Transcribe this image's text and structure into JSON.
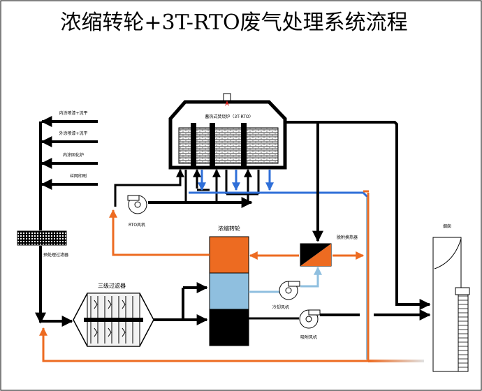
{
  "title": "浓缩转轮+3T-RTO废气处理系统流程",
  "sources": [
    "内涂喷漆+流平",
    "外涂喷漆+流平",
    "内涂固化炉",
    "丝网印刷"
  ],
  "labels": {
    "rto": "蓄热式焚烧炉（3T-RTO）",
    "rto_fan": "RTO风机",
    "rotor": "浓缩转轮",
    "heat_exchanger": "脱附换热器",
    "chimney": "烟囱",
    "prefilter": "预处理过滤器",
    "three_stage_filter": "三级过滤器",
    "cooling_fan": "冷却风机",
    "adsorption_fan": "吸附风机"
  },
  "colors": {
    "black": "#000000",
    "orange": "#ED6B21",
    "blue": "#2F6FD8",
    "light_blue": "#8FBFDF",
    "line_blue": "#3C78D8"
  }
}
